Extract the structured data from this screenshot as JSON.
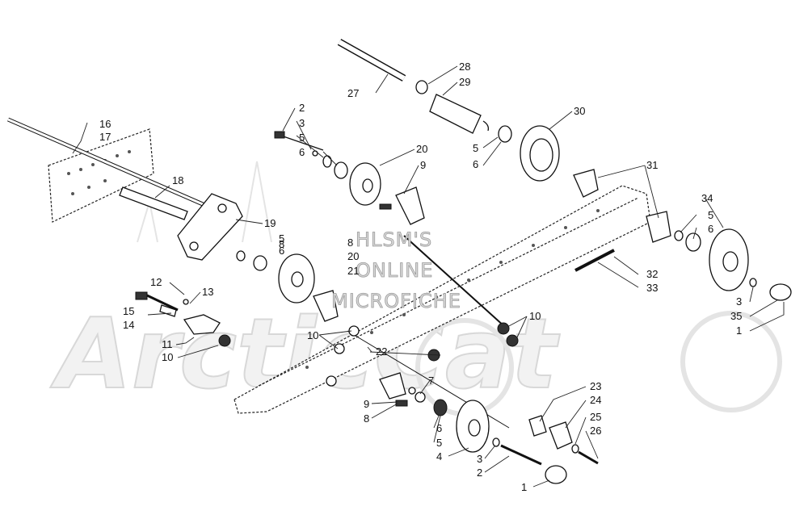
{
  "watermark": {
    "line1": "HLSM'S",
    "line2": "ONLINE",
    "line3": "MICROFICHE",
    "brand_logo": "Arctic Cat"
  },
  "callouts": {
    "c1a": "1",
    "c1b": "1",
    "c2a": "2",
    "c2b": "2",
    "c3a": "3",
    "c3b": "3",
    "c3c": "3",
    "c4": "4",
    "c5a": "5",
    "c5b": "5",
    "c5c": "5",
    "c5d": "5",
    "c5e": "5",
    "c6a": "6",
    "c6b": "6",
    "c6c": "6",
    "c6d": "6",
    "c6e": "6",
    "c7": "7",
    "c8a": "8",
    "c8b": "8",
    "c9a": "9",
    "c9b": "9",
    "c10a": "10",
    "c10b": "10",
    "c10c": "10",
    "c11": "11",
    "c12": "12",
    "c13": "13",
    "c14": "14",
    "c15": "15",
    "c16": "16",
    "c17": "17",
    "c18": "18",
    "c19": "19",
    "c20a": "20",
    "c20b": "20",
    "c21": "21",
    "c22": "22",
    "c23": "23",
    "c24": "24",
    "c25": "25",
    "c26": "26",
    "c27": "27",
    "c28": "28",
    "c29": "29",
    "c30": "30",
    "c31": "31",
    "c32": "32",
    "c33": "33",
    "c34": "34",
    "c35": "35"
  }
}
